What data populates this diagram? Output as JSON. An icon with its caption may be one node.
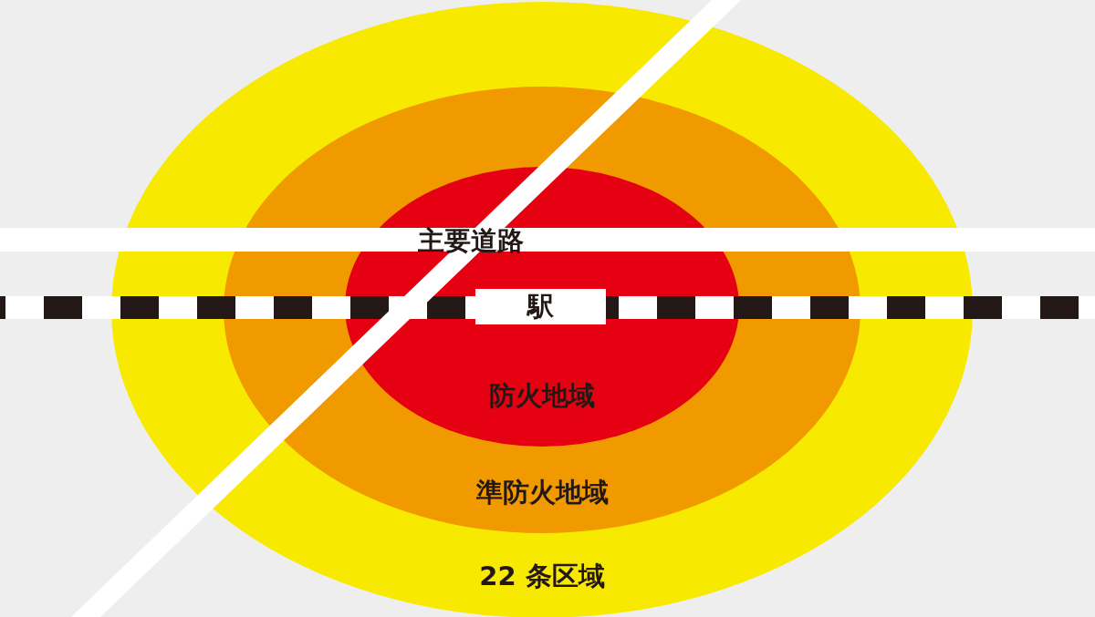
{
  "diagram": {
    "nodes": [
      {
        "text": [
          "22 条区域"
        ]
      },
      {
        "text": [
          "準防火地域"
        ],
        "in": 0
      },
      {
        "text": [
          "防火地域"
        ],
        "in": 1
      },
      {
        "text": [
          "駅"
        ],
        "in": 2
      }
    ],
    "labels": [
      "主要道路"
    ]
  }
}
